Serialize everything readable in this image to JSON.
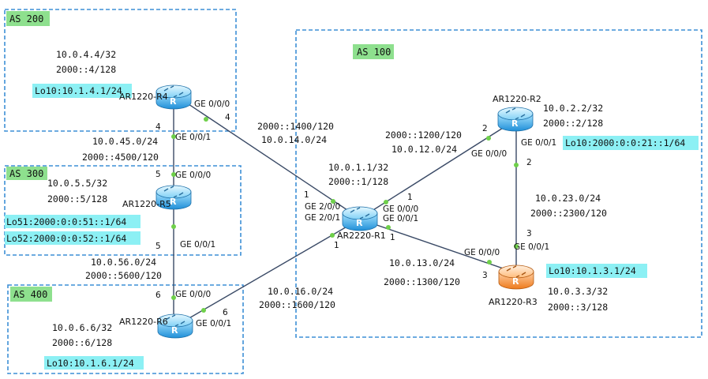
{
  "colors": {
    "as_border": "#3d8fd6",
    "as_label_bg": "#8ee08e",
    "loopback_bg": "#8cf0f4",
    "link": "#3a4a66",
    "port_dot": "#6fd04a",
    "router_blue": "#39a7e8",
    "router_orange": "#f08a2a"
  },
  "as_boxes": {
    "as200": "AS 200",
    "as300": "AS 300",
    "as400": "AS 400",
    "as100": "AS 100"
  },
  "routers": {
    "r1": {
      "name": "AR2220-R1",
      "icon": "router-icon",
      "loopback": "10.0.1.1/32",
      "v6": "2000::1/128"
    },
    "r2": {
      "name": "AR1220-R2",
      "icon": "router-icon",
      "loopback": "10.0.2.2/32",
      "v6": "2000::2/128",
      "lo10": "Lo10:2000:0:0:21::1/64"
    },
    "r3": {
      "name": "AR1220-R3",
      "icon": "router-icon",
      "loopback": "10.0.3.3/32",
      "v6": "2000::3/128",
      "lo10": "Lo10:10.1.3.1/24"
    },
    "r4": {
      "name": "AR1220-R4",
      "icon": "router-icon",
      "loopback": "10.0.4.4/32",
      "v6": "2000::4/128",
      "lo10": "Lo10:10.1.4.1/24"
    },
    "r5": {
      "name": "AR1220-R5",
      "icon": "router-icon",
      "loopback": "10.0.5.5/32",
      "v6": "2000::5/128",
      "lo51": "Lo51:2000:0:0:51::1/64",
      "lo52": "Lo52:2000:0:0:52::1/64"
    },
    "r6": {
      "name": "AR1220-R6",
      "icon": "router-icon",
      "loopback": "10.0.6.6/32",
      "v6": "2000::6/128",
      "lo10": "Lo10:10.1.6.1/24"
    }
  },
  "links": {
    "r4_r5": {
      "v4": "10.0.45.0/24",
      "v6": "2000::4500/120",
      "a_if": "GE 0/0/1",
      "a_num": "4",
      "b_if": "GE 0/0/0",
      "b_num": "5"
    },
    "r4_r1": {
      "v4": "10.0.14.0/24",
      "v6": "2000::1400/120",
      "a_if": "GE 0/0/0",
      "a_num": "4",
      "b_if": "GE 2/0/0",
      "b_num": "1"
    },
    "r5_r6": {
      "v4": "10.0.56.0/24",
      "v6": "2000::5600/120",
      "a_if": "GE 0/0/1",
      "a_num": "5",
      "b_if": "GE 0/0/0",
      "b_num": "6"
    },
    "r6_r1": {
      "v4": "10.0.16.0/24",
      "v6": "2000::1600/120",
      "a_if": "GE 0/0/1",
      "a_num": "6",
      "b_if": "GE 2/0/1",
      "b_num": "1"
    },
    "r1_r2": {
      "v4": "10.0.12.0/24",
      "v6": "2000::1200/120",
      "a_if": "GE 0/0/0",
      "a_num": "1",
      "b_if": "GE 0/0/0",
      "b_num": "2"
    },
    "r1_r3": {
      "v4": "10.0.13.0/24",
      "v6": "2000::1300/120",
      "a_if": "GE 0/0/1",
      "a_num": "1",
      "b_if": "GE 0/0/0",
      "b_num": "3"
    },
    "r2_r3": {
      "v4": "10.0.23.0/24",
      "v6": "2000::2300/120",
      "a_if": "GE 0/0/1",
      "a_num": "2",
      "b_if": "GE 0/0/1",
      "b_num": "3"
    }
  }
}
